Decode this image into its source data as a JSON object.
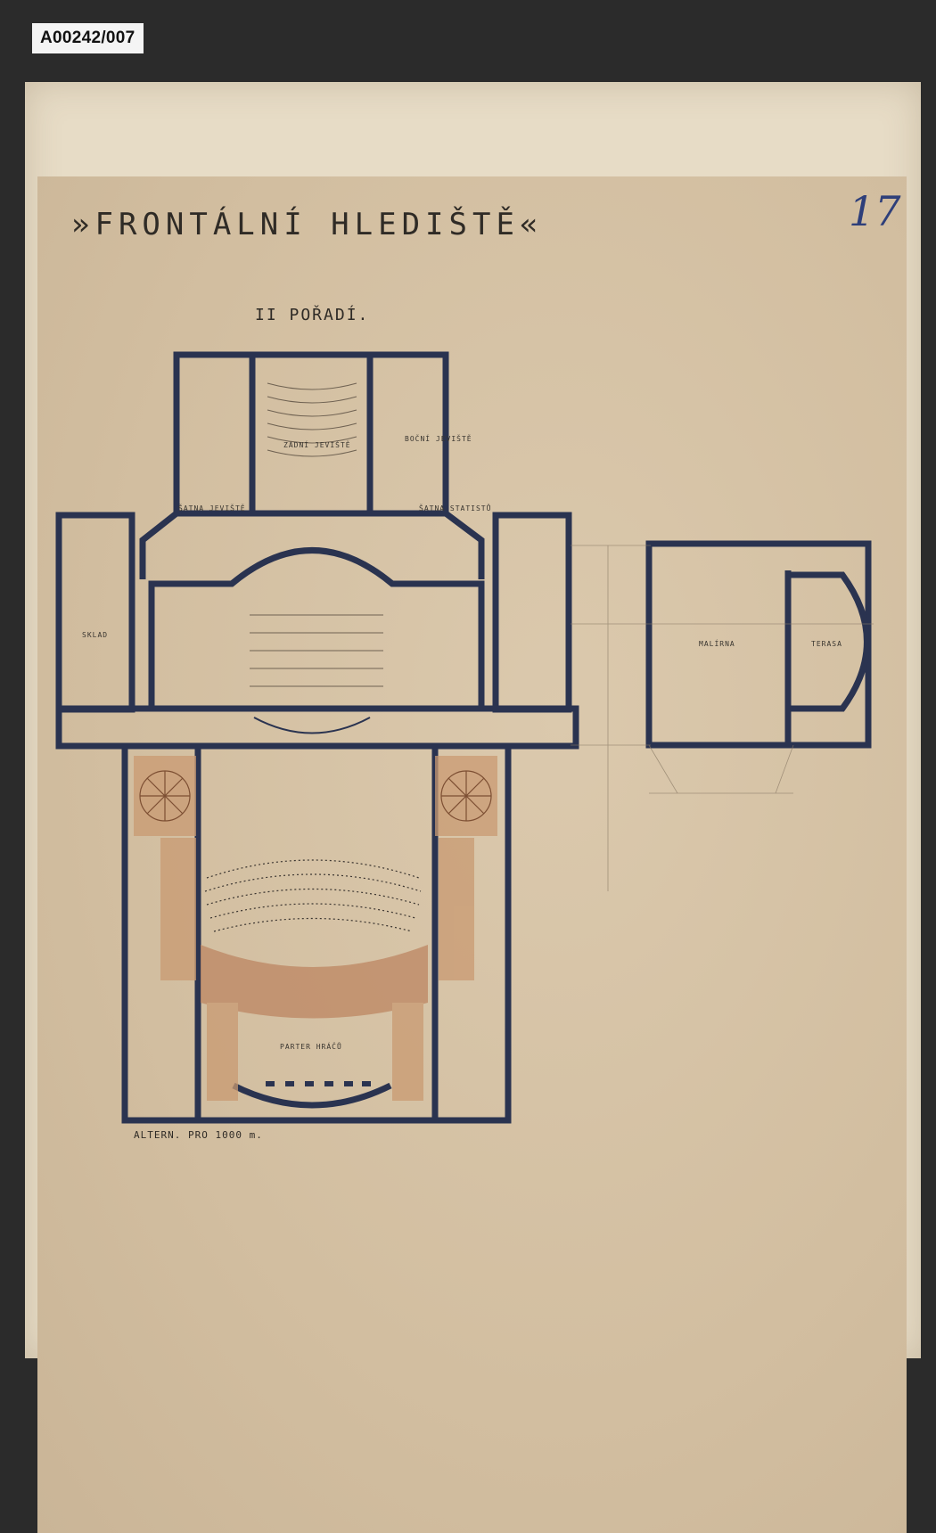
{
  "archive": {
    "id": "A00242/007"
  },
  "drawing": {
    "title": "»FRONTÁLNÍ HLEDIŠTĚ«",
    "sheet_number": "17",
    "subtitle": "II POŘADÍ.",
    "caption": "ALTERN. PRO 1000 m.",
    "rooms": {
      "upper_stage": "ZADNÍ JEVIŠTĚ",
      "left_wing": "ŠATNA JEVIŠTĚ",
      "right_wing": "ŠATNA STATISTŮ",
      "left_side": "SKLAD",
      "stage_right": "BOČNÍ JEVIŠTĚ",
      "annex_left": "MALÍRNA",
      "annex_right": "TERASA",
      "parterre": "PARTER HRÁČŮ"
    }
  },
  "colors": {
    "ink": "#2a3350",
    "paper": "#d4c1a3",
    "wash": "#c99a72",
    "wash_dark": "#b9805c"
  }
}
